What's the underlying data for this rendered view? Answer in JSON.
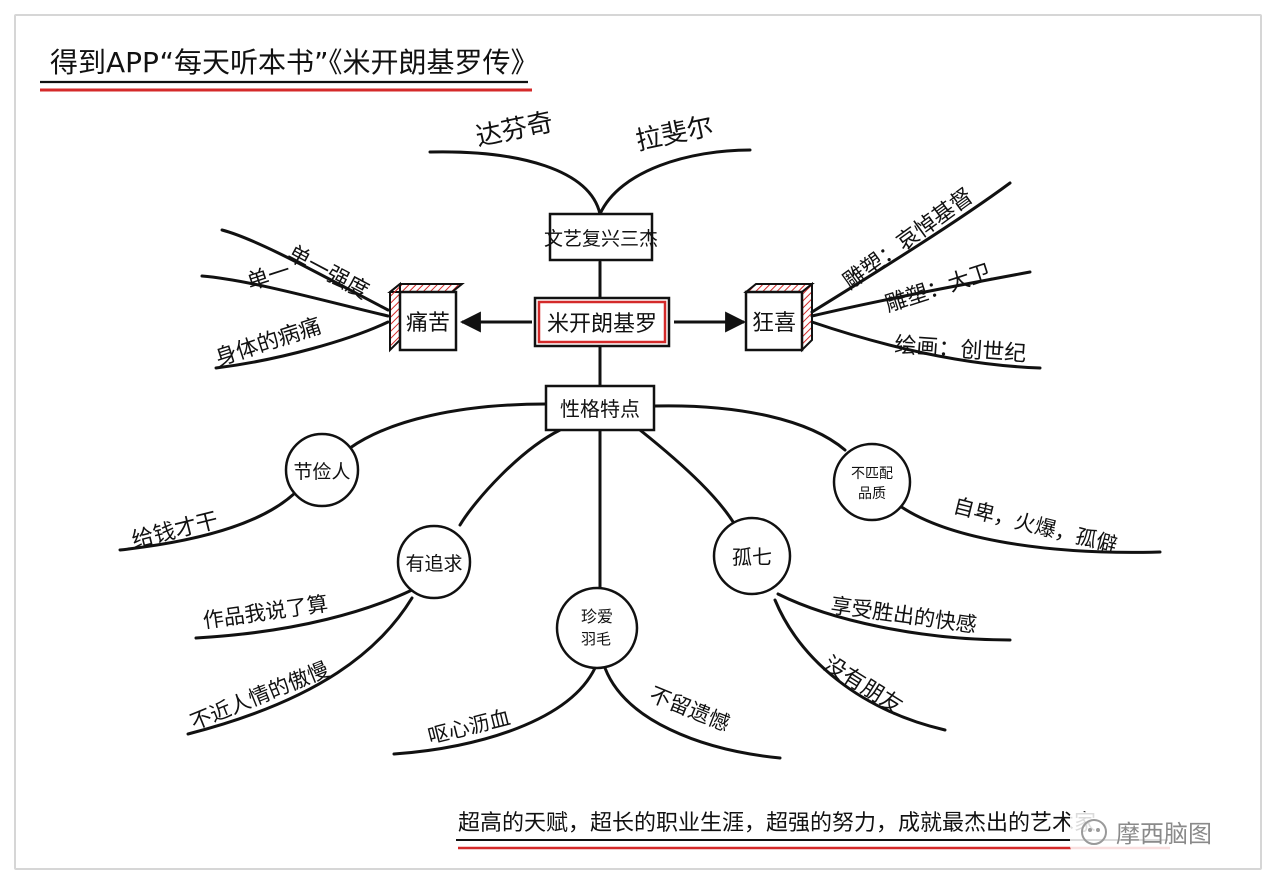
{
  "title": "得到APP“每天听本书”《米开朗基罗传》",
  "center": "米开朗基罗",
  "branches": {
    "top": {
      "label": "文艺复兴三杰",
      "items": [
        "达芬奇",
        "拉斐尔"
      ]
    },
    "left": {
      "label": "痛苦",
      "items": [
        "单一强度",
        "单一",
        "身体的病痛"
      ]
    },
    "right": {
      "label": "狂喜",
      "items": [
        "雕塑：哀悼基督",
        "雕塑：大卫",
        "绘画：创世纪"
      ]
    },
    "bottom": {
      "label": "性格特点",
      "traits": [
        {
          "label": "节俭人",
          "items": [
            "给钱才干"
          ]
        },
        {
          "label": "有追求",
          "items": [
            "作品我说了算",
            "不近人情的傲慢"
          ]
        },
        {
          "label": "珍爱羽毛",
          "items": [
            "呕心沥血",
            "不留遗憾"
          ]
        },
        {
          "label": "孤七",
          "items": [
            "享受胜出的快感",
            "没有朋友"
          ]
        },
        {
          "label": "不匹配品质",
          "items": [
            "自卑，火爆，孤僻"
          ]
        }
      ]
    }
  },
  "summary": "超高的天赋，超长的职业生涯，超强的努力，成就最杰出的艺术家",
  "watermark": "摩西脑图",
  "colors": {
    "accent": "#d42a2a",
    "ink": "#111111",
    "frame": "#d6d6d6"
  }
}
